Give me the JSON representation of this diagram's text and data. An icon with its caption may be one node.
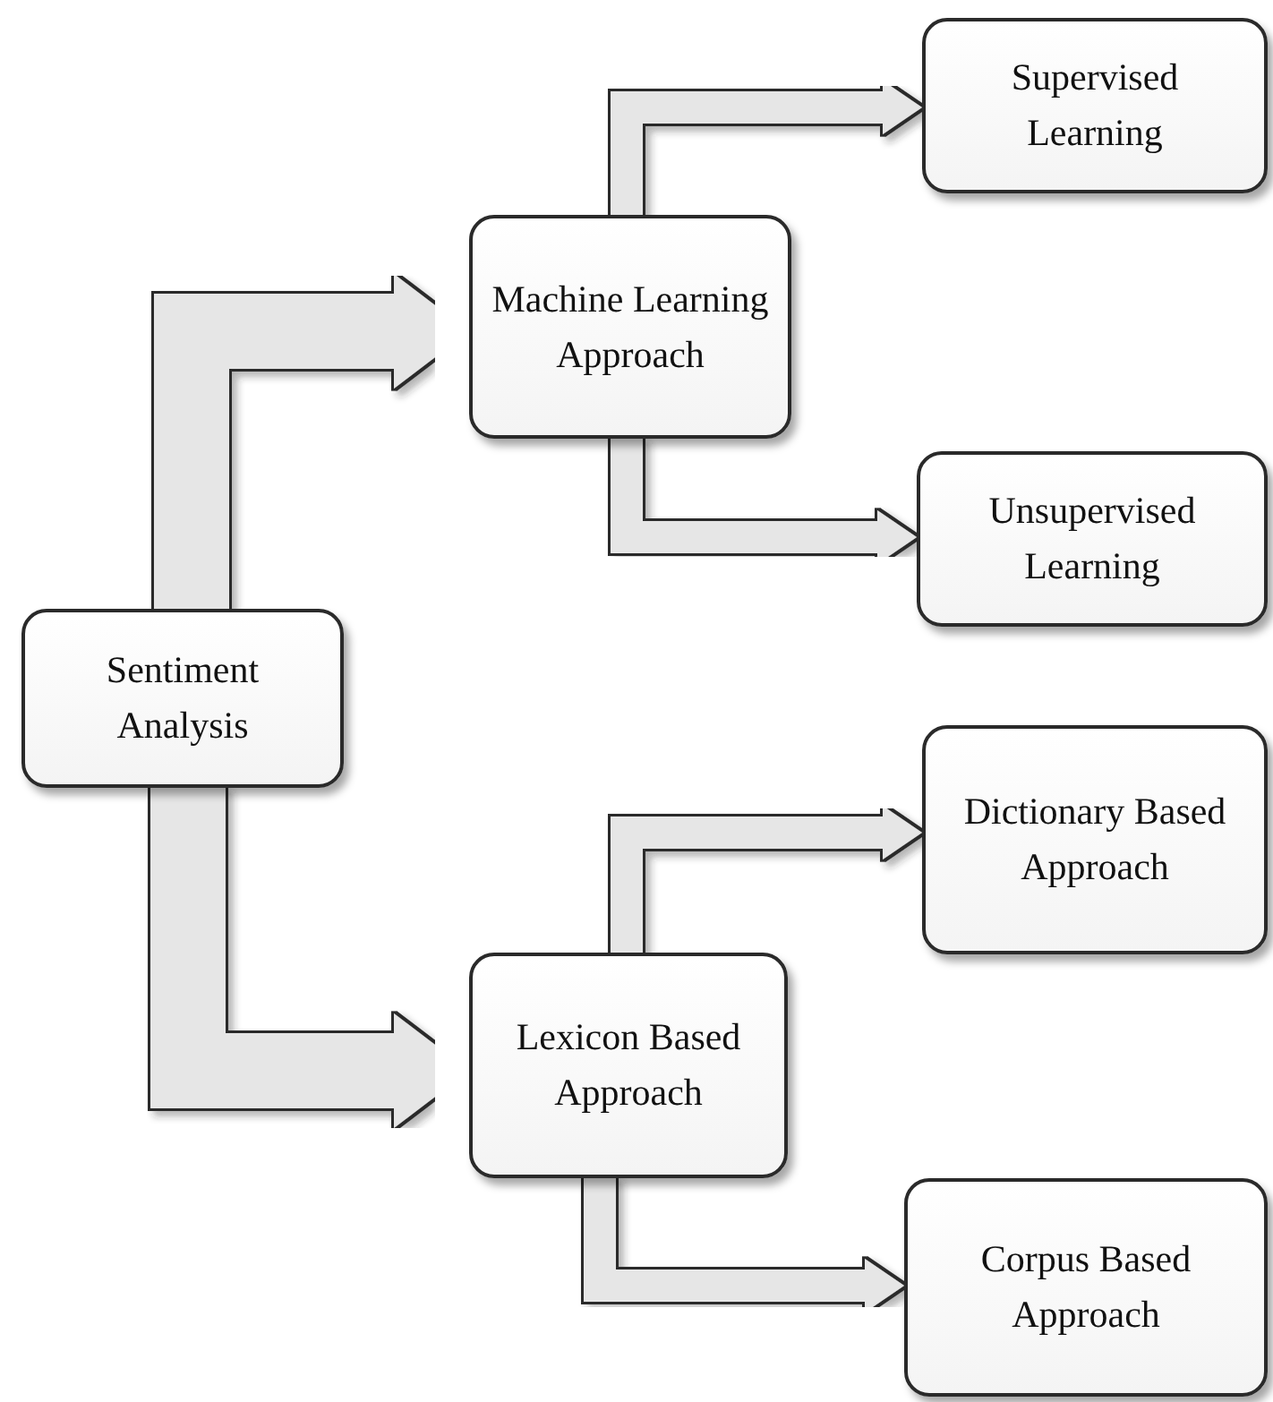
{
  "diagram": {
    "nodes": [
      {
        "text": [
          "Sentiment Analysis"
        ]
      },
      {
        "text": [
          "Machine Learning Approach"
        ]
      },
      {
        "text": [
          "Supervised Learning"
        ]
      },
      {
        "text": [
          "Unsupervised Learning"
        ]
      },
      {
        "text": [
          "Lexicon Based Approach"
        ]
      },
      {
        "text": [
          "Dictionary Based Approach"
        ]
      },
      {
        "text": [
          "Corpus Based Approach"
        ]
      }
    ],
    "edges": [
      {
        "from": 0,
        "to": 1,
        "arrow": "to",
        "style": "thick"
      },
      {
        "from": 1,
        "to": 2,
        "arrow": "to"
      },
      {
        "from": 1,
        "to": 3,
        "arrow": "to"
      },
      {
        "from": 0,
        "to": 4,
        "arrow": "to",
        "style": "thick"
      },
      {
        "from": 4,
        "to": 5,
        "arrow": "to"
      },
      {
        "from": 4,
        "to": 6,
        "arrow": "to"
      }
    ]
  }
}
